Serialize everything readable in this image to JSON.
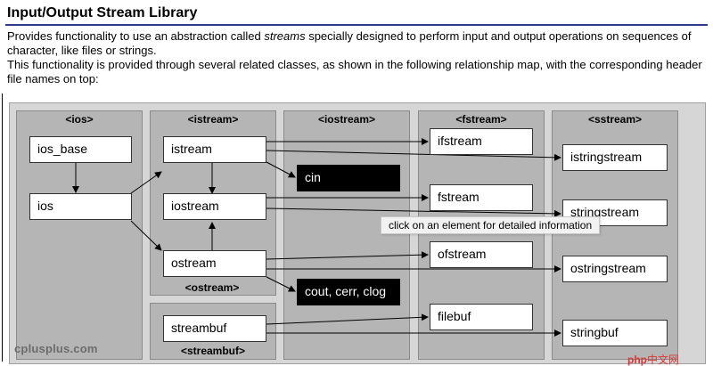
{
  "title": "Input/Output Stream Library",
  "intro": {
    "line1_pre": "Provides functionality to use an abstraction called ",
    "line1_em": "streams",
    "line1_post": " specially designed to perform input and output operations on sequences of character, like files or strings.",
    "line2": "This functionality is provided through several related classes, as shown in the following relationship map, with the corresponding header file names on top:"
  },
  "map": {
    "columns": [
      {
        "id": "ios",
        "header": "<ios>"
      },
      {
        "id": "istream",
        "header": "<istream>"
      },
      {
        "id": "iostream",
        "header": "<iostream>"
      },
      {
        "id": "fstream",
        "header": "<fstream>"
      },
      {
        "id": "sstream",
        "header": "<sstream>"
      }
    ],
    "sub_headers": {
      "ostream": "<ostream>",
      "streambuf": "<streambuf>"
    },
    "nodes": {
      "ios_base": "ios_base",
      "ios": "ios",
      "istream": "istream",
      "iostream": "iostream",
      "ostream": "ostream",
      "streambuf": "streambuf",
      "cin": "cin",
      "cout": "cout, cerr, clog",
      "ifstream": "ifstream",
      "fstream": "fstream",
      "ofstream": "ofstream",
      "filebuf": "filebuf",
      "istringstream": "istringstream",
      "stringstream": "stringstream",
      "ostringstream": "ostringstream",
      "stringbuf": "stringbuf"
    },
    "tooltip": "click on an element for detailed information",
    "watermark": "cplusplus.com"
  },
  "badge": {
    "logo": "php",
    "text": "中文网"
  },
  "colors": {
    "title_rule": "#2c3a8a",
    "map_background": "#d6d6d6",
    "column_fill": "#b5b5b5",
    "node_fill": "#ffffff",
    "highlight_node_fill": "#000000"
  }
}
